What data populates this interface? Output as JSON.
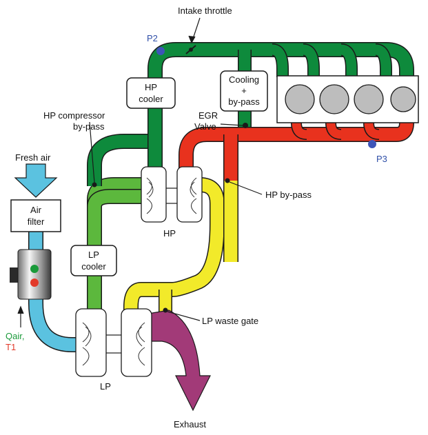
{
  "labels": {
    "intake_throttle": "Intake throttle",
    "p2": "P2",
    "p3": "P3",
    "hp_cooler_1": "HP",
    "hp_cooler_2": "cooler",
    "cooling_1": "Cooling",
    "cooling_2": "+",
    "cooling_3": "by-pass",
    "hp_comp_bypass_1": "HP compressor",
    "hp_comp_bypass_2": "by-pass",
    "egr_1": "EGR",
    "egr_2": "Valve",
    "fresh_air": "Fresh air",
    "air_filter_1": "Air",
    "air_filter_2": "filter",
    "hp": "HP",
    "hp_bypass": "HP by-pass",
    "lp_cooler_1": "LP",
    "lp_cooler_2": "cooler",
    "lp_waste_gate": "LP waste gate",
    "qair": "Qair,",
    "t1": "T1",
    "lp": "LP",
    "exhaust": "Exhaust"
  },
  "colors": {
    "fresh_air": "#5bc2e0",
    "low_pressure_air": "#5cb83d",
    "charge_air": "#0e8a3c",
    "hot_exhaust": "#e8321e",
    "low_pressure_exhaust": "#f2ea2a",
    "exhaust_out": "#a23a78",
    "pressure_sensor": "#3d55b8",
    "cylinder": "#bdbdbd"
  }
}
